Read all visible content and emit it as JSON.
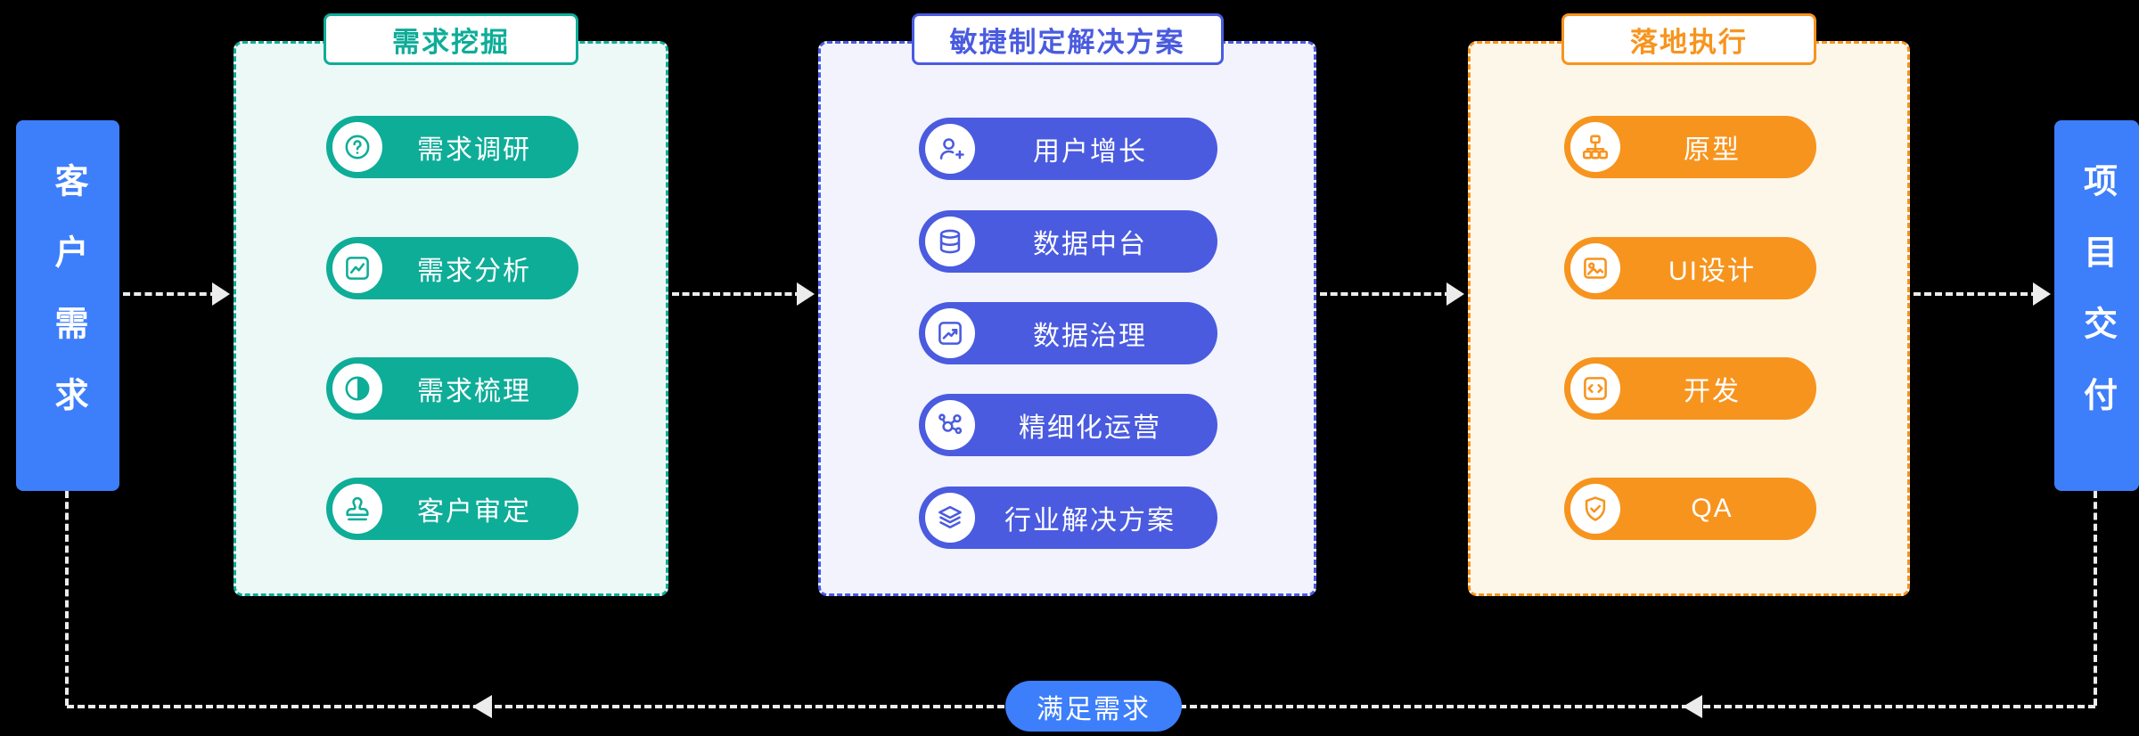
{
  "colors": {
    "teal": "#0EAD98",
    "blue": "#4A5BE0",
    "orange": "#F7941E",
    "node_blue": "#3D7EFB",
    "panel_teal_bg": "#EDF9F6",
    "panel_blue_bg": "#F2F3FD",
    "panel_orange_bg": "#FDF7EA",
    "arrow": "#ECECEC",
    "background": "#000000"
  },
  "left_node": {
    "label": "客户需求"
  },
  "right_node": {
    "label": "项目交付"
  },
  "panels": [
    {
      "title": "需求挖掘",
      "theme": "teal",
      "items": [
        {
          "label": "需求调研",
          "icon": "circle-question-icon"
        },
        {
          "label": "需求分析",
          "icon": "line-chart-icon"
        },
        {
          "label": "需求梳理",
          "icon": "half-pie-icon"
        },
        {
          "label": "客户审定",
          "icon": "stamp-icon"
        }
      ]
    },
    {
      "title": "敏捷制定解决方案",
      "theme": "blue",
      "items": [
        {
          "label": "用户增长",
          "icon": "user-plus-icon"
        },
        {
          "label": "数据中台",
          "icon": "database-icon"
        },
        {
          "label": "数据治理",
          "icon": "chart-up-arrow-icon"
        },
        {
          "label": "精细化运营",
          "icon": "network-nodes-icon"
        },
        {
          "label": "行业解决方案",
          "icon": "layers-icon"
        }
      ]
    },
    {
      "title": "落地执行",
      "theme": "orange",
      "items": [
        {
          "label": "原型",
          "icon": "sitemap-icon"
        },
        {
          "label": "UI设计",
          "icon": "image-icon"
        },
        {
          "label": "开发",
          "icon": "code-icon"
        },
        {
          "label": "QA",
          "icon": "shield-check-icon"
        }
      ]
    }
  ],
  "feedback_pill": {
    "label": "满足需求"
  }
}
